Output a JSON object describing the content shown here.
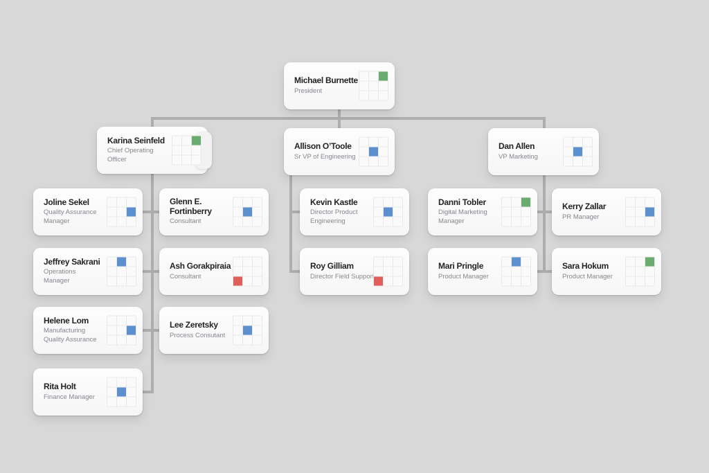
{
  "chart": {
    "type": "org-chart",
    "background": "#d8d8d8",
    "line_color": "#aeaeae",
    "grid": {
      "rows": 3,
      "cols": 3,
      "cell": "#fafafa",
      "border": "#e9e9e9"
    },
    "marker_colors": {
      "green": "#6aab70",
      "blue": "#5b8fce",
      "red": "#e05f5a"
    }
  },
  "people": [
    {
      "id": "michael-burnette",
      "name": "Michael Burnette",
      "title": "President",
      "marker": {
        "color": "green",
        "row": 0,
        "col": 2
      }
    },
    {
      "id": "karina-seinfeld",
      "name": "Karina Seinfeld",
      "title": "Chief Operating\nOfficer",
      "marker": {
        "color": "green",
        "row": 0,
        "col": 2
      },
      "stacked": true
    },
    {
      "id": "allison-otoole",
      "name": "Allison O’Toole",
      "title": "Sr VP of Engineering",
      "marker": {
        "color": "blue",
        "row": 1,
        "col": 1
      }
    },
    {
      "id": "dan-allen",
      "name": "Dan Allen",
      "title": "VP Marketing",
      "marker": {
        "color": "blue",
        "row": 1,
        "col": 1
      }
    },
    {
      "id": "joline-sekel",
      "name": "Joline Sekel",
      "title": "Quality Assurance\nManager",
      "marker": {
        "color": "blue",
        "row": 1,
        "col": 2
      }
    },
    {
      "id": "jeffrey-sakrani",
      "name": "Jeffrey Sakrani",
      "title": "Operations\nManager",
      "marker": {
        "color": "blue",
        "row": 0,
        "col": 1
      }
    },
    {
      "id": "helene-lom",
      "name": "Helene Lom",
      "title": "Manufacturing\nQuality Assurance",
      "marker": {
        "color": "blue",
        "row": 1,
        "col": 2
      }
    },
    {
      "id": "rita-holt",
      "name": "Rita Holt",
      "title": "Finance Manager",
      "marker": {
        "color": "blue",
        "row": 1,
        "col": 1
      }
    },
    {
      "id": "glenn-fortinberry",
      "name": "Glenn E.\nFortinberry",
      "title": "Consultant",
      "marker": {
        "color": "blue",
        "row": 1,
        "col": 1
      }
    },
    {
      "id": "ash-gorakpiraia",
      "name": "Ash Gorakpiraia",
      "title": "Consultant",
      "marker": {
        "color": "red",
        "row": 2,
        "col": 0
      }
    },
    {
      "id": "lee-zeretsky",
      "name": "Lee Zeretsky",
      "title": "Process Consutant",
      "marker": {
        "color": "blue",
        "row": 1,
        "col": 1
      }
    },
    {
      "id": "kevin-kastle",
      "name": "Kevin Kastle",
      "title": "Director Product\nEngineering",
      "marker": {
        "color": "blue",
        "row": 1,
        "col": 1
      }
    },
    {
      "id": "roy-gilliam",
      "name": "Roy Gilliam",
      "title": "Director Field Support",
      "marker": {
        "color": "red",
        "row": 2,
        "col": 0
      }
    },
    {
      "id": "danni-tobler",
      "name": "Danni Tobler",
      "title": "Digital Marketing\nManager",
      "marker": {
        "color": "green",
        "row": 0,
        "col": 2
      }
    },
    {
      "id": "mari-pringle",
      "name": "Mari Pringle",
      "title": "Product Manager",
      "marker": {
        "color": "blue",
        "row": 0,
        "col": 1
      }
    },
    {
      "id": "kerry-zallar",
      "name": "Kerry Zallar",
      "title": "PR Manager",
      "marker": {
        "color": "blue",
        "row": 1,
        "col": 2
      }
    },
    {
      "id": "sara-hokum",
      "name": "Sara Hokum",
      "title": "Product Manager",
      "marker": {
        "color": "green",
        "row": 0,
        "col": 2
      }
    }
  ],
  "reporting": {
    "michael-burnette": [
      "karina-seinfeld",
      "allison-otoole",
      "dan-allen"
    ],
    "karina-seinfeld": [
      "joline-sekel",
      "glenn-fortinberry",
      "jeffrey-sakrani",
      "ash-gorakpiraia",
      "helene-lom",
      "lee-zeretsky",
      "rita-holt"
    ],
    "allison-otoole": [
      "kevin-kastle",
      "roy-gilliam"
    ],
    "dan-allen": [
      "danni-tobler",
      "mari-pringle"
    ],
    "dan-allen_right": [
      "kerry-zallar",
      "sara-hokum"
    ]
  }
}
